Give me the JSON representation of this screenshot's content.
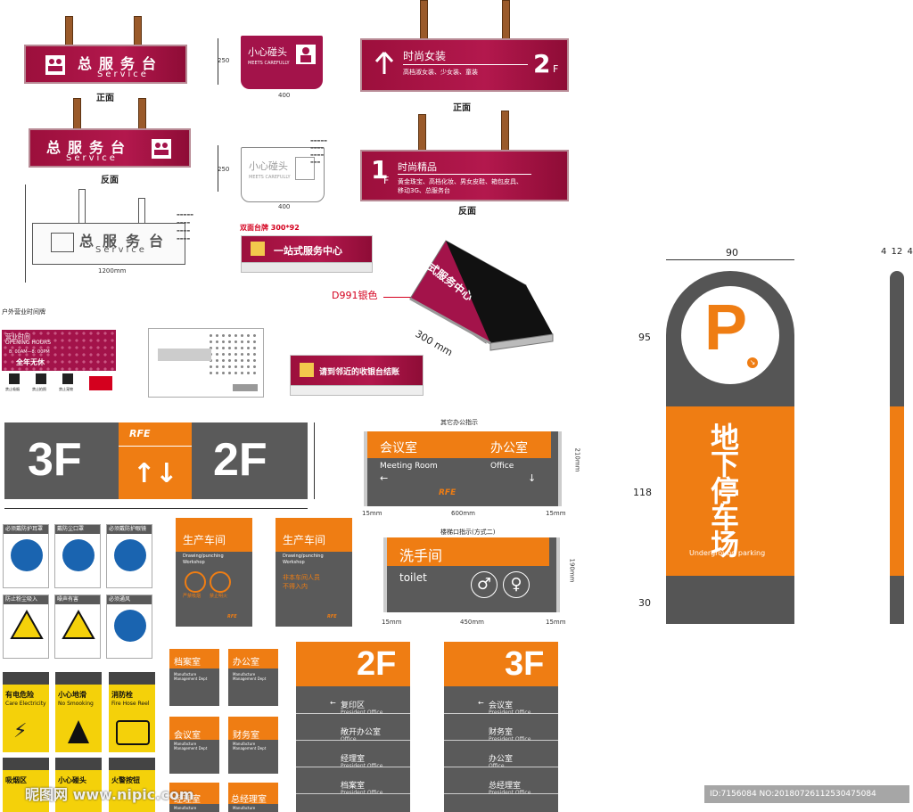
{
  "colors": {
    "crimson": "#a3134a",
    "orange": "#ef7d13",
    "grey": "#5a5a5a",
    "yellow": "#f4d10a",
    "blue": "#1a64b0"
  },
  "service_desk": {
    "title": "总服务台",
    "sub": "Service",
    "front": "正面",
    "back": "反面"
  },
  "careful_sign": {
    "title": "小心碰头",
    "sub": "MEETS CAREFULLY",
    "dim_h": "250",
    "dim_w": "400"
  },
  "fashion_front": {
    "title": "时尚女装",
    "items": "高档淑女装、少女装、童装",
    "floor": "2",
    "floor_suffix": "F",
    "label": "正面"
  },
  "fashion_back": {
    "floor": "1",
    "floor_suffix": "F",
    "title": "时尚精品",
    "items1": "黄金珠宝、高档化妆、男女皮鞋、箱包皮具、",
    "items2": "移动3G、总服务台",
    "label": "反面"
  },
  "desk_plate": {
    "caption": "双面台牌 300*92",
    "text": "一站式服务中心",
    "material": "D991银色",
    "size": "300 mm"
  },
  "checkout": {
    "text": "请到邻近的收银台结账"
  },
  "outdoor": {
    "caption": "户外营业时间牌",
    "hours_title": "营业时间",
    "hours_en": "OPENING HOURS",
    "hours_time": "8: 00AM—8: 00PM",
    "allyear": "全年无休",
    "icons": [
      "禁止吸烟",
      "禁止拍照",
      "禁止宠物"
    ]
  },
  "wireframe": {
    "dim": "1200mm",
    "title": "总服务台",
    "sub": "Service"
  },
  "floor_bar": {
    "left": "3F",
    "right": "2F",
    "brand": "RFE"
  },
  "office_sign": {
    "caption": "其它办公指示",
    "left_cn": "会议室",
    "left_en": "Meeting Room",
    "right_cn": "办公室",
    "right_en": "Office",
    "left_arrow": "←",
    "right_arrow": "↓",
    "dim_h": "210mm",
    "dim_w": "600mm",
    "dim_side": "15mm"
  },
  "toilet_sign": {
    "caption": "楼梯口指示(方式二)",
    "cn": "洗手间",
    "en": "toilet",
    "dim_h": "190mm",
    "dim_w": "450mm",
    "dim_side": "15mm"
  },
  "workshop": [
    {
      "cn": "生产车间",
      "en1": "Drawing/punching",
      "en2": "Workshop",
      "note1": "严禁吸烟",
      "note2": "禁止明火"
    },
    {
      "cn": "生产车间",
      "en1": "Drawing/punching",
      "en2": "Workshop",
      "note1": "非本车间人员",
      "note2": "不得入内"
    }
  ],
  "safety_signs": [
    {
      "label": "必须戴防护耳罩"
    },
    {
      "label": "戴防尘口罩"
    },
    {
      "label": "必须戴防护眼镜"
    },
    {
      "label": "防止粉尘吸入"
    },
    {
      "label": "噪声有害"
    },
    {
      "label": "必须通风"
    }
  ],
  "yellow_signs": [
    {
      "cn": "有电危险",
      "en": "Care Electricity"
    },
    {
      "cn": "小心地滑",
      "en": "No Smooking"
    },
    {
      "cn": "消防栓",
      "en": "Fire Hose Reel"
    },
    {
      "cn": "吸烟区",
      "en": ""
    },
    {
      "cn": "小心碰头",
      "en": ""
    },
    {
      "cn": "火警按钮",
      "en": ""
    }
  ],
  "door_plates": [
    {
      "cn": "档案室",
      "en": "Manufacture Management Dept"
    },
    {
      "cn": "办公室",
      "en": "Manufacture Management Dept"
    },
    {
      "cn": "会议室",
      "en": "Manufacture Management Dept"
    },
    {
      "cn": "财务室",
      "en": "Manufacture Management Dept"
    },
    {
      "cn": "经理室",
      "en": "Manufacture"
    },
    {
      "cn": "总经理室",
      "en": "Manufacture"
    }
  ],
  "directory_2f": {
    "floor": "2F",
    "rows": [
      {
        "arrow": "←",
        "cn": "复印区",
        "en": "President Office"
      },
      {
        "arrow": "",
        "cn": "敞开办公室",
        "en": "Office"
      },
      {
        "arrow": "",
        "cn": "经理室",
        "en": "President Office"
      },
      {
        "arrow": "",
        "cn": "档案室",
        "en": "President Office"
      }
    ]
  },
  "directory_3f": {
    "floor": "3F",
    "rows": [
      {
        "arrow": "←",
        "cn": "会议室",
        "en": "President Office"
      },
      {
        "arrow": "",
        "cn": "财务室",
        "en": "President Office"
      },
      {
        "arrow": "",
        "cn": "办公室",
        "en": "Office"
      },
      {
        "arrow": "",
        "cn": "总经理室",
        "en": "President Office"
      }
    ]
  },
  "parking": {
    "letter": "P",
    "cn": "地下停车场",
    "en": "Underground parking",
    "dim_top": "90",
    "dim_1": "95",
    "dim_2": "118",
    "dim_3": "30",
    "side_dims": "4 12 4"
  },
  "watermark": {
    "left": "昵图网 www.nipic.com",
    "right": "ID:7156084 NO:20180726112530475084"
  }
}
